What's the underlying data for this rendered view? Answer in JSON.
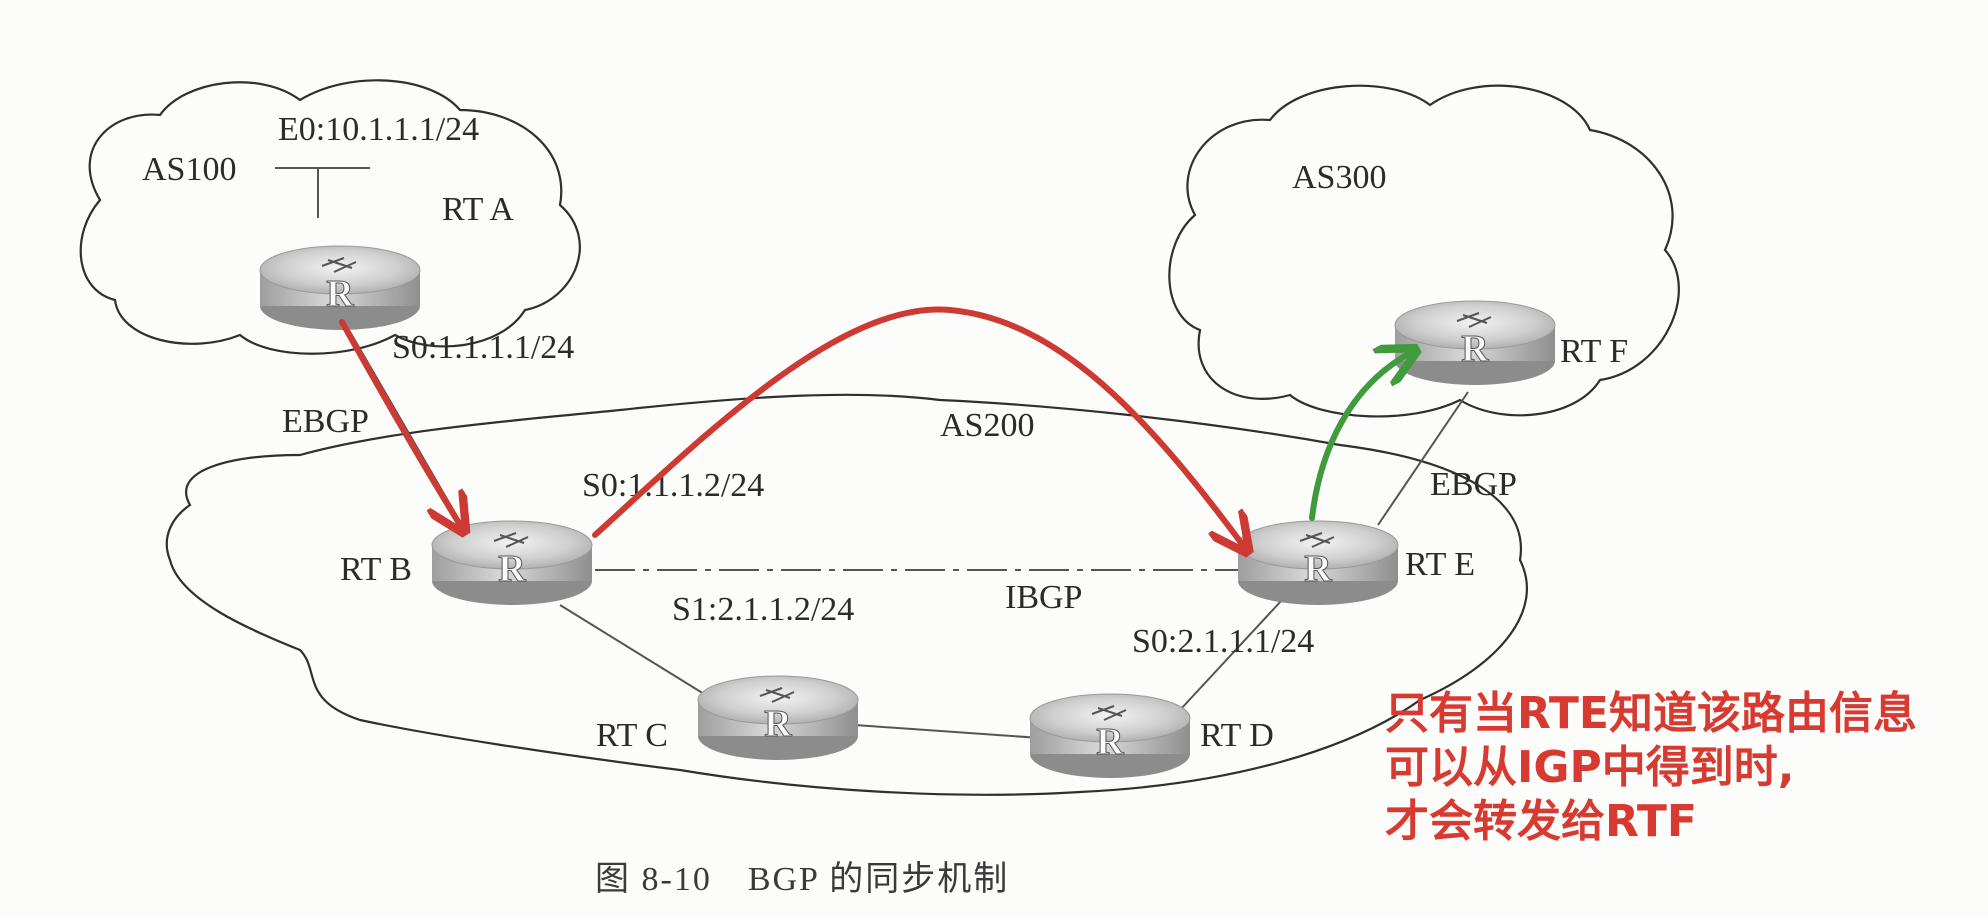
{
  "as_labels": {
    "as100": "AS100",
    "as200": "AS200",
    "as300": "AS300"
  },
  "routers": {
    "rta": {
      "name": "RT A",
      "glyph": "R"
    },
    "rtb": {
      "name": "RT B",
      "glyph": "R"
    },
    "rtc": {
      "name": "RT C",
      "glyph": "R"
    },
    "rtd": {
      "name": "RT D",
      "glyph": "R"
    },
    "rte": {
      "name": "RT E",
      "glyph": "R"
    },
    "rtf": {
      "name": "RT F",
      "glyph": "R"
    }
  },
  "interfaces": {
    "rta_e0": "E0:10.1.1.1/24",
    "rta_s0": "S0:1.1.1.1/24",
    "rtb_s0": "S0:1.1.1.2/24",
    "rtb_s1": "S1:2.1.1.2/24",
    "rte_s0": "S0:2.1.1.1/24"
  },
  "sessions": {
    "ebgp_ab": "EBGP",
    "ibgp_be": "IBGP",
    "ebgp_ef": "EBGP"
  },
  "caption": "图 8-10　BGP 的同步机制",
  "annotation": {
    "line1": "只有当RTE知道该路由信息",
    "line2": "可以从IGP中得到时,",
    "line3": "才会转发给RTF"
  },
  "colors": {
    "red_arrow": "#cc3a33",
    "green_arrow": "#3f9b3c",
    "note_text": "#d63a31"
  }
}
